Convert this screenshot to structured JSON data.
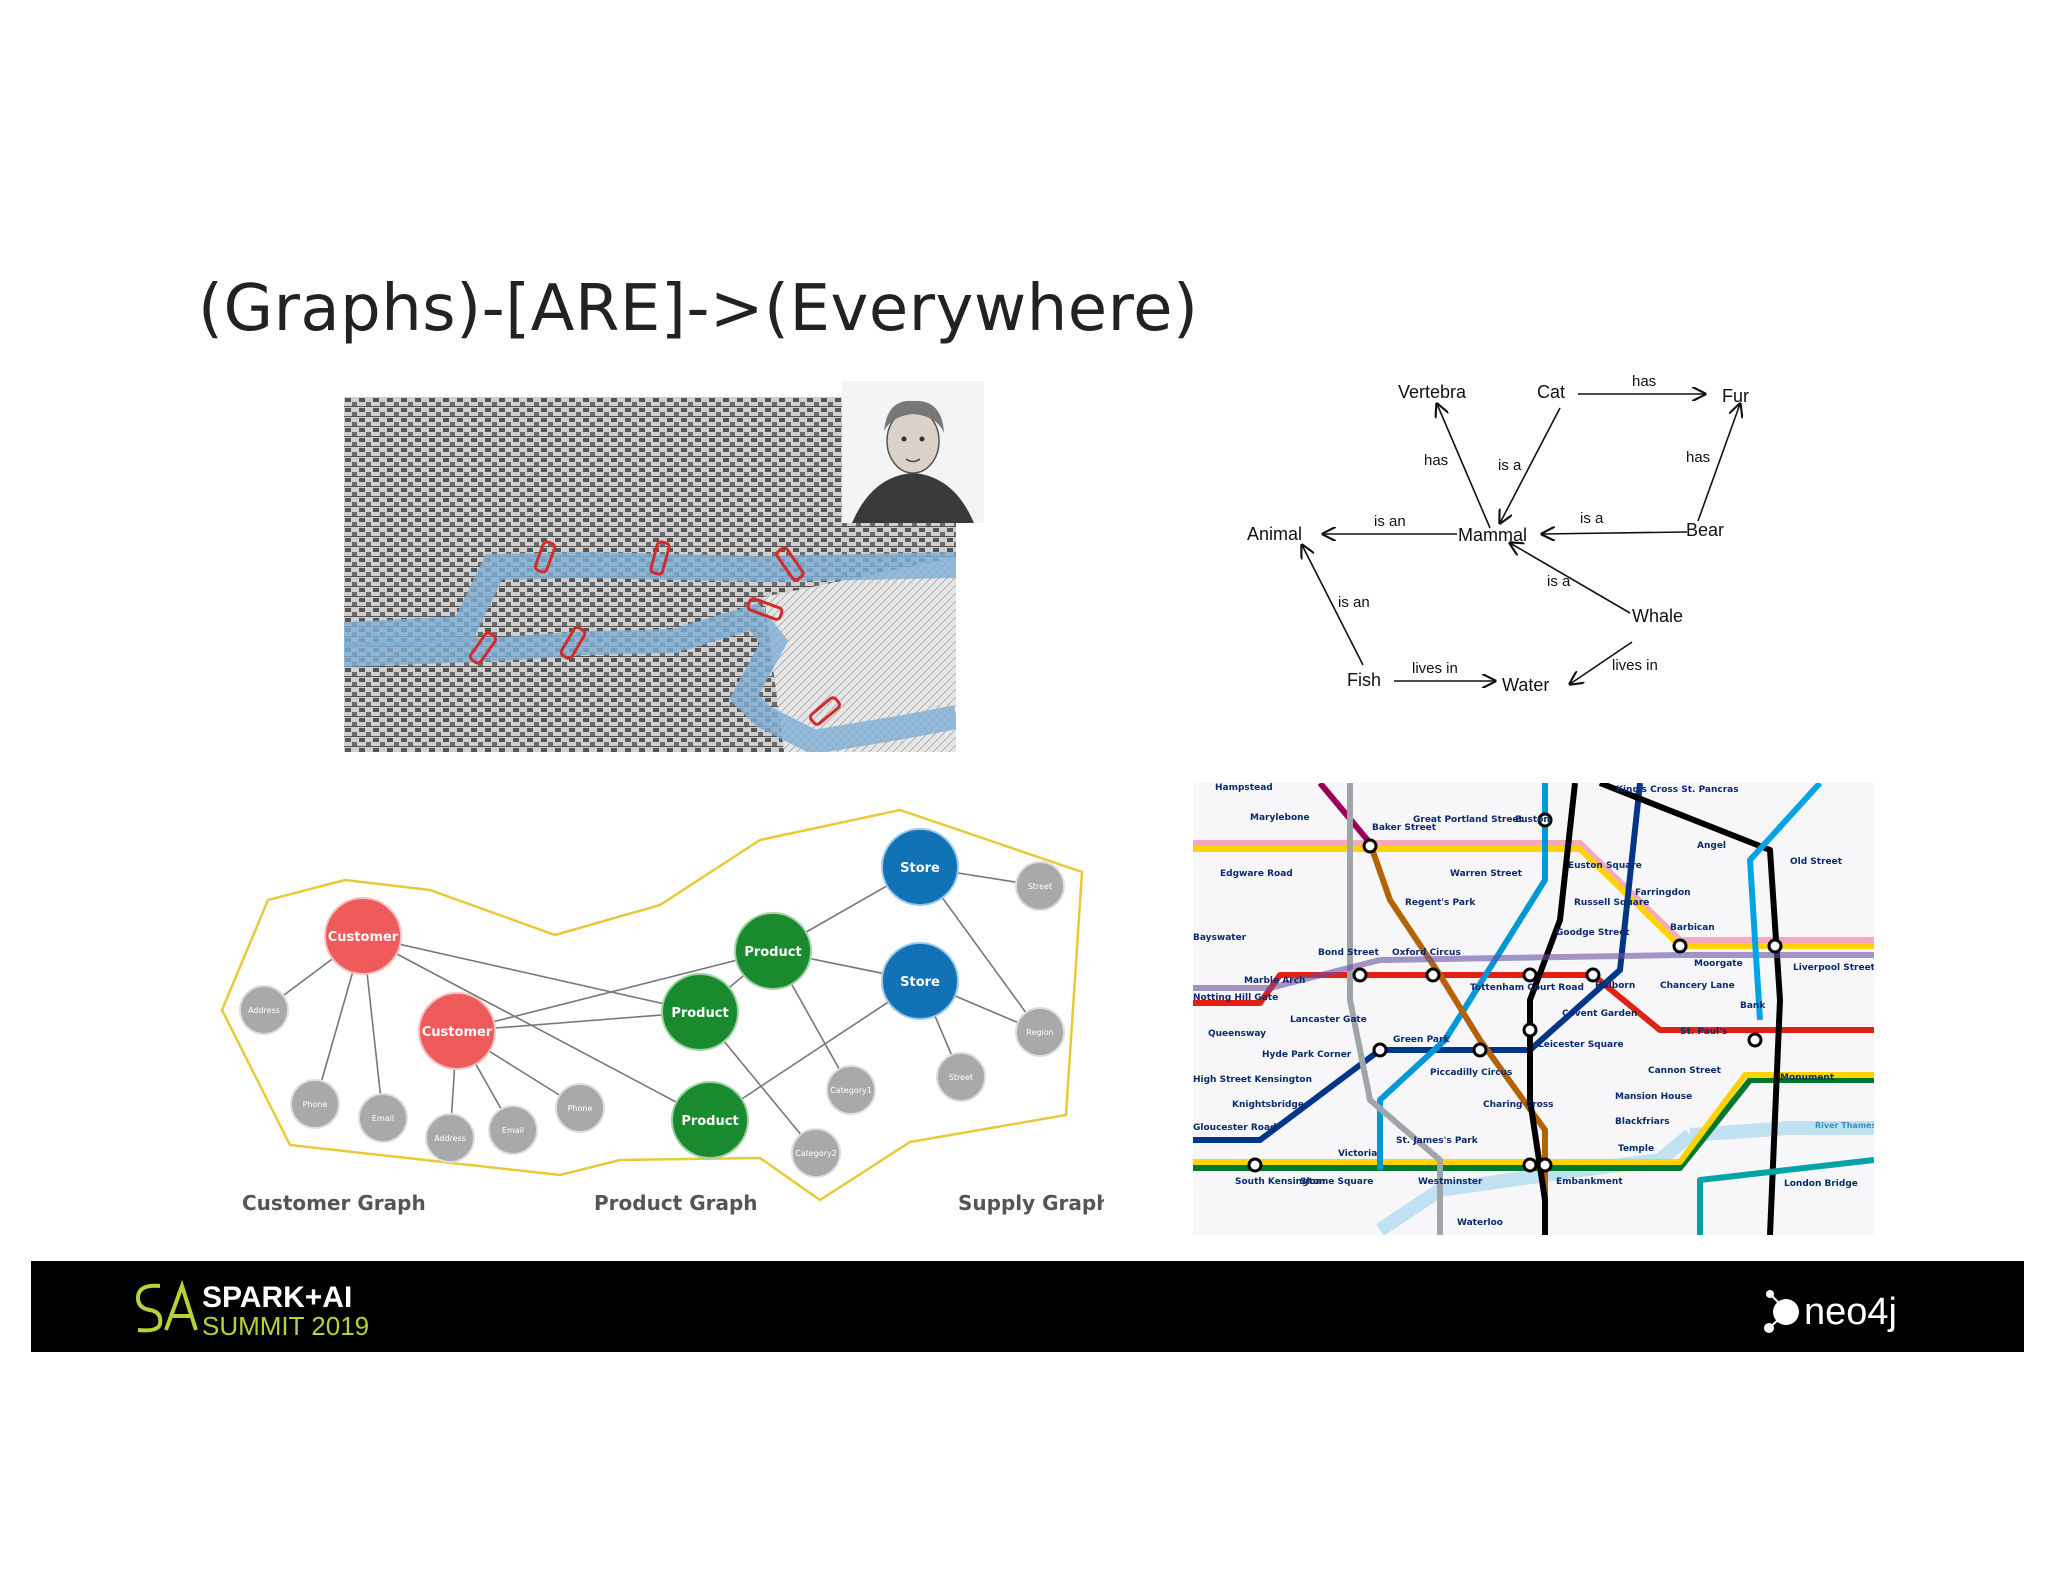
{
  "slide": {
    "title": "(Graphs)-[ARE]->(Everywhere)"
  },
  "semantic_graph": {
    "nodes": {
      "vertebra": "Vertebra",
      "cat": "Cat",
      "fur": "Fur",
      "animal": "Animal",
      "mammal": "Mammal",
      "bear": "Bear",
      "whale": "Whale",
      "fish": "Fish",
      "water": "Water"
    },
    "edges": {
      "cat_fur": "has",
      "mammal_vertebra": "has",
      "cat_mammal": "is a",
      "bear_fur": "has",
      "mammal_animal": "is an",
      "bear_mammal": "is a",
      "whale_mammal": "is a",
      "fish_animal": "is an",
      "fish_water": "lives in",
      "whale_water": "lives in"
    }
  },
  "retail_graph": {
    "nodes": {
      "customer1": "Customer",
      "customer2": "Customer",
      "product1": "Product",
      "product2": "Product",
      "product3": "Product",
      "store1": "Store",
      "store2": "Store",
      "address1": "Address",
      "address2": "Address",
      "phone1": "Phone",
      "phone2": "Phone",
      "email1": "Email",
      "email2": "Email",
      "category1": "Category1",
      "category2": "Category2",
      "street1": "Street",
      "street2": "Street",
      "region": "Region"
    },
    "captions": {
      "customer": "Customer Graph",
      "product": "Product Graph",
      "supply": "Supply Graph"
    },
    "colors": {
      "customer": "#ef5b5b",
      "product": "#1a8a2e",
      "store": "#1172b6",
      "leaf": "#a9a9a9",
      "outline": "#e8c93a"
    }
  },
  "tube_map": {
    "stations": {
      "marylebone": "Marylebone",
      "baker_street": "Baker Street",
      "great_portland": "Great Portland Street",
      "euston": "Euston",
      "kings_cross": "King's Cross St. Pancras",
      "edgware_road": "Edgware Road",
      "warren_street": "Warren Street",
      "euston_square": "Euston Square",
      "angel": "Angel",
      "old_street": "Old Street",
      "regents_park": "Regent's Park",
      "farringdon": "Farringdon",
      "russell_square": "Russell Square",
      "barbican": "Barbican",
      "bond_street": "Bond Street",
      "oxford_circus": "Oxford Circus",
      "goodge_street": "Goodge Street",
      "moorgate": "Moorgate",
      "liverpool_street": "Liverpool Street",
      "marble_arch": "Marble Arch",
      "tottenham": "Tottenham Court Road",
      "holborn": "Holborn",
      "chancery_lane": "Chancery Lane",
      "notting_hill": "Notting Hill Gate",
      "lancaster_gate": "Lancaster Gate",
      "queensway": "Queensway",
      "covent_garden": "Covent Garden",
      "bank": "Bank",
      "st_pauls": "St. Paul's",
      "hyde_park": "Hyde Park Corner",
      "green_park": "Green Park",
      "leicester_square": "Leicester Square",
      "high_st_ken": "High Street Kensington",
      "piccadilly": "Piccadilly Circus",
      "cannon_street": "Cannon Street",
      "monument": "Monument",
      "knightsbridge": "Knightsbridge",
      "charing_cross": "Charing Cross",
      "mansion_house": "Mansion House",
      "gloucester_road": "Gloucester Road",
      "st_james": "St. James's Park",
      "blackfriars": "Blackfriars",
      "victoria": "Victoria",
      "temple": "Temple",
      "river_thames": "River Thames",
      "south_ken": "South Kensington",
      "sloane_square": "Sloane Square",
      "westminster": "Westminster",
      "embankment": "Embankment",
      "london_bridge": "London Bridge",
      "waterloo": "Waterloo",
      "bayswater": "Bayswater",
      "hampstead": "Hampstead"
    }
  },
  "footer": {
    "event_line1": "SPARK+AI",
    "event_line2": "SUMMIT 2019",
    "brand": "neo4j",
    "colors": {
      "background": "#000000",
      "spark_green": "#b5d334",
      "text": "#ffffff"
    }
  }
}
